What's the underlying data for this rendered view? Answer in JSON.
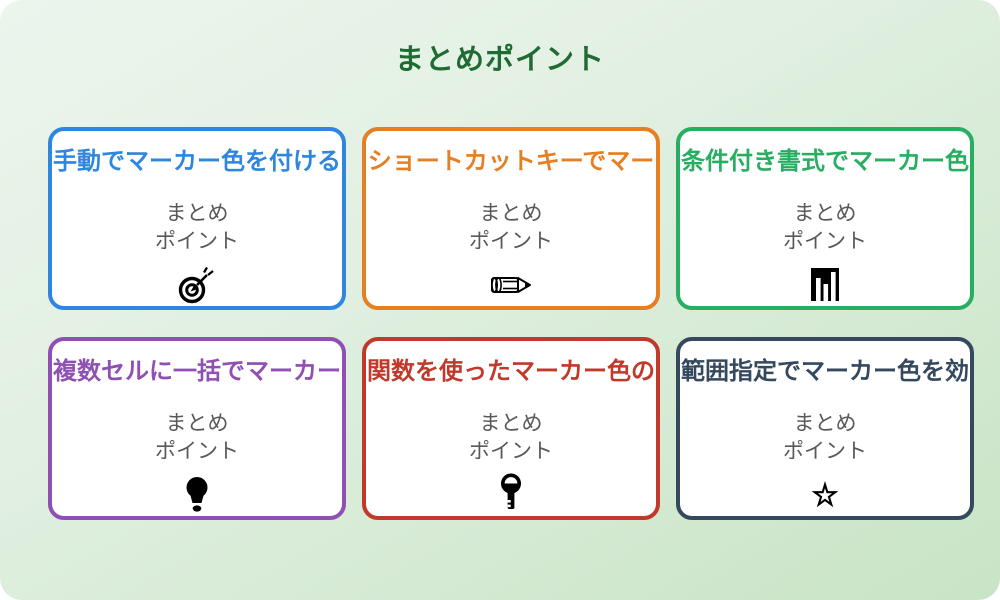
{
  "page": {
    "title": "まとめポイント",
    "title_color": "#1F6B33",
    "background_gradient": [
      "#ECF5ED",
      "#C8E4C5"
    ],
    "card_background": "#FFFFFF",
    "body_text_color": "#595959"
  },
  "cards": [
    {
      "title": "手動でマーカー色を付ける",
      "color": "#2E86DE",
      "body_lines": [
        "まとめ",
        "ポイント"
      ],
      "icon": "target-icon"
    },
    {
      "title": "ショートカットキーでマー",
      "color": "#E67E22",
      "body_lines": [
        "まとめ",
        "ポイント"
      ],
      "icon": "pencil-icon"
    },
    {
      "title": "条件付き書式でマーカー色",
      "color": "#27AE60",
      "body_lines": [
        "まとめ",
        "ポイント"
      ],
      "icon": "bar-chart-icon"
    },
    {
      "title": "複数セルに一括でマーカー",
      "color": "#8F4FB3",
      "body_lines": [
        "まとめ",
        "ポイント"
      ],
      "icon": "lightbulb-icon"
    },
    {
      "title": "関数を使ったマーカー色の",
      "color": "#C0392B",
      "body_lines": [
        "まとめ",
        "ポイント"
      ],
      "icon": "key-icon"
    },
    {
      "title": "範囲指定でマーカー色を効",
      "color": "#34495E",
      "body_lines": [
        "まとめ",
        "ポイント"
      ],
      "icon": "star-icon"
    }
  ]
}
